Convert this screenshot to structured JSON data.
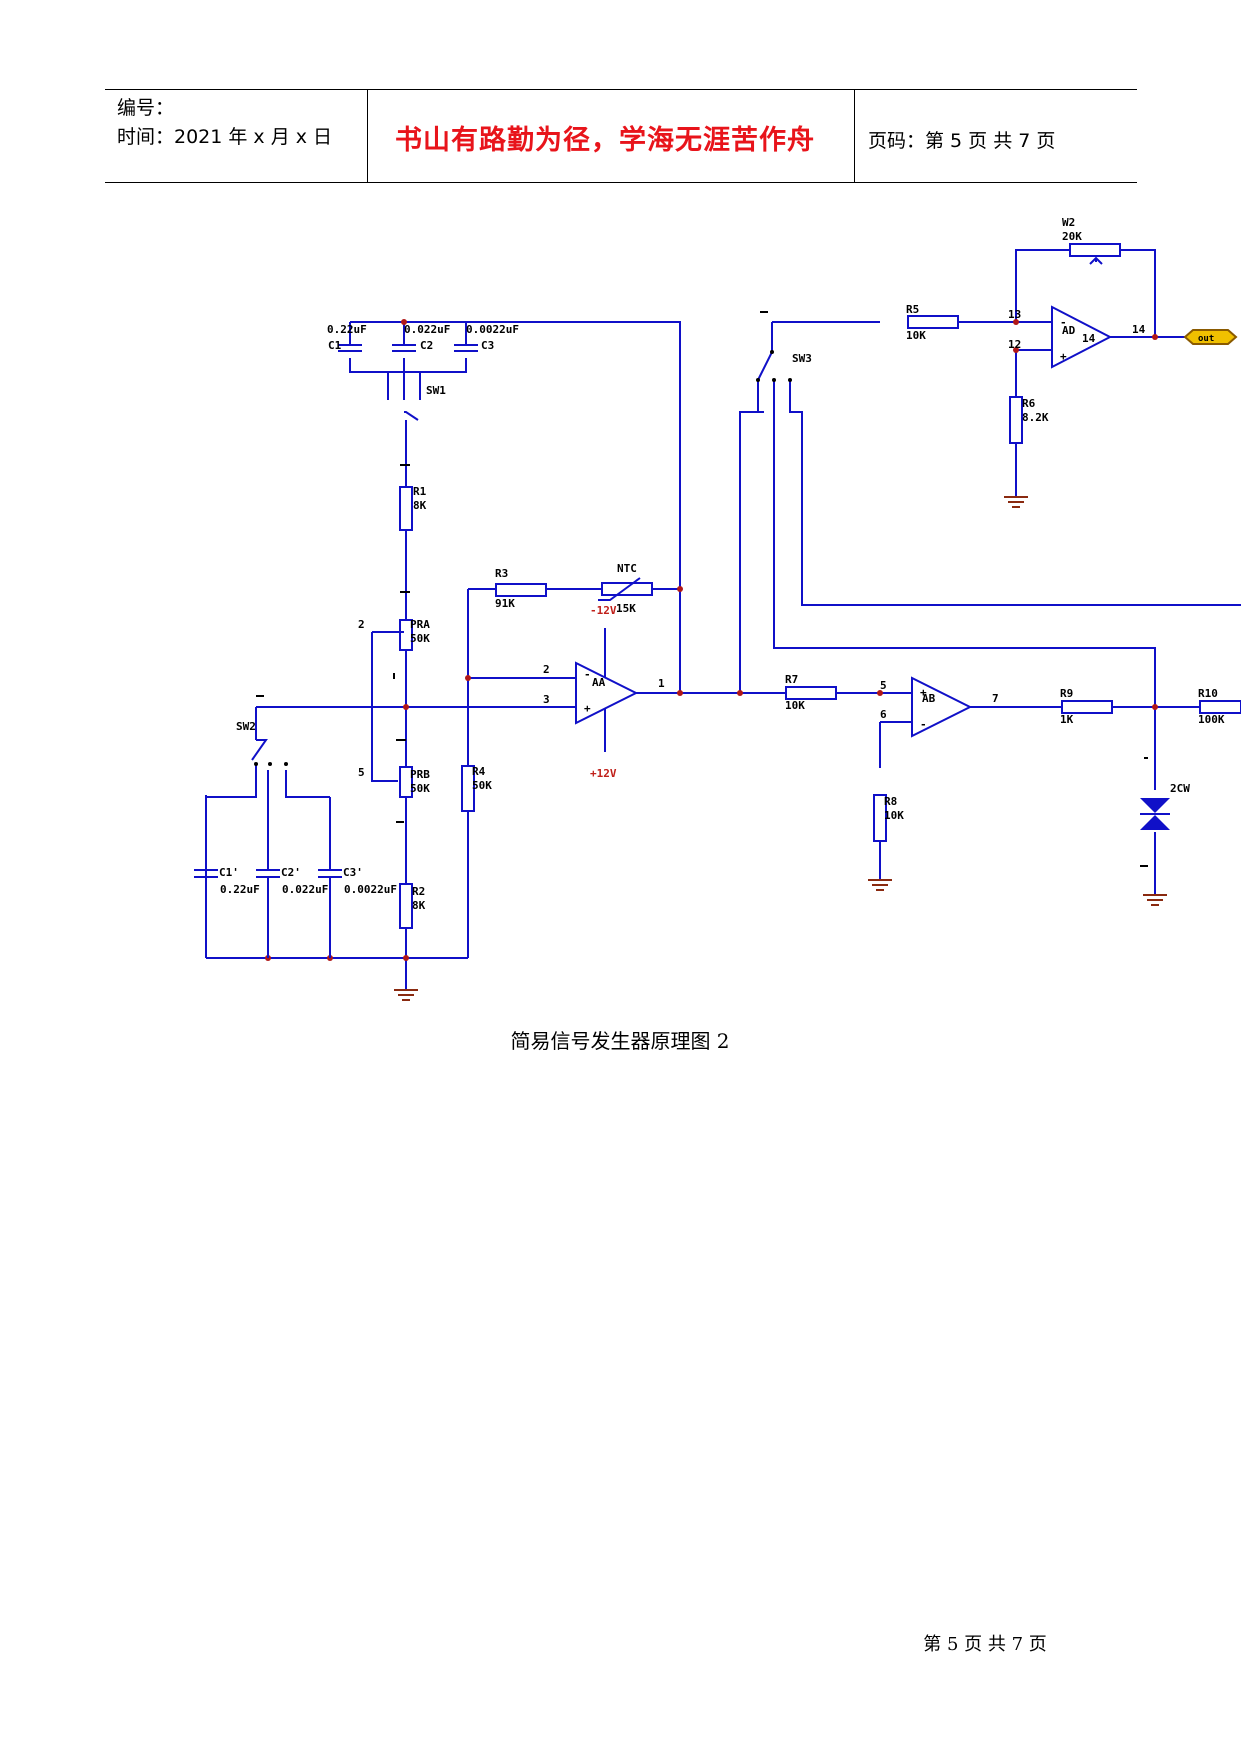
{
  "header": {
    "doc_number_label": "编号：",
    "time_label": "时间：2021 年 x 月 x 日",
    "motto": "书山有路勤为径，学海无涯苦作舟",
    "page_label": "页码：第 5 页  共 7 页"
  },
  "schematic": {
    "components": {
      "c1_value": "0.22uF",
      "c1_name": "C1",
      "c2_value": "0.022uF",
      "c2_name": "C2",
      "c3_value": "0.0022uF",
      "c3_name": "C3",
      "sw1": "SW1",
      "sw2": "SW2",
      "sw3": "SW3",
      "r1_name": "R1",
      "r1_value": "8K",
      "pra_name": "PRA",
      "pra_value": "50K",
      "prb_name": "PRB",
      "prb_value": "50K",
      "r2_name": "R2",
      "r2_value": "8K",
      "r3_name": "R3",
      "r3_value": "91K",
      "ntc_name": "NTC",
      "ntc_value": "15K",
      "r4_name": "R4",
      "r4_value": "50K",
      "c1p_name": "C1'",
      "c1p_value": "0.22uF",
      "c2p_name": "C2'",
      "c2p_value": "0.022uF",
      "c3p_name": "C3'",
      "c3p_value": "0.0022uF",
      "aa": "AA",
      "ab": "AB",
      "ad": "AD",
      "r5_name": "R5",
      "r5_value": "10K",
      "r6_name": "R6",
      "r6_value": "8.2K",
      "w2_name": "W2",
      "w2_value": "20K",
      "r7_name": "R7",
      "r7_value": "10K",
      "r8_name": "R8",
      "r8_value": "10K",
      "r9_name": "R9",
      "r9_value": "1K",
      "r10_name": "R10",
      "r10_value": "100K",
      "zener_name": "2CW",
      "vneg": "-12V",
      "vpos": "+12V",
      "out": "out"
    },
    "pins": {
      "aa_in_neg": "2",
      "aa_in_pos": "3",
      "aa_out": "1",
      "ab_in_pos": "5",
      "ab_in_neg": "6",
      "ab_out": "7",
      "ad_in_neg": "13",
      "ad_in_pos": "12",
      "ad_out": "14",
      "ad_out_inner": "14",
      "pra_pin": "2",
      "prb_pin": "5"
    }
  },
  "caption": "简易信号发生器原理图 2",
  "footer": "第 5 页 共 7 页"
}
